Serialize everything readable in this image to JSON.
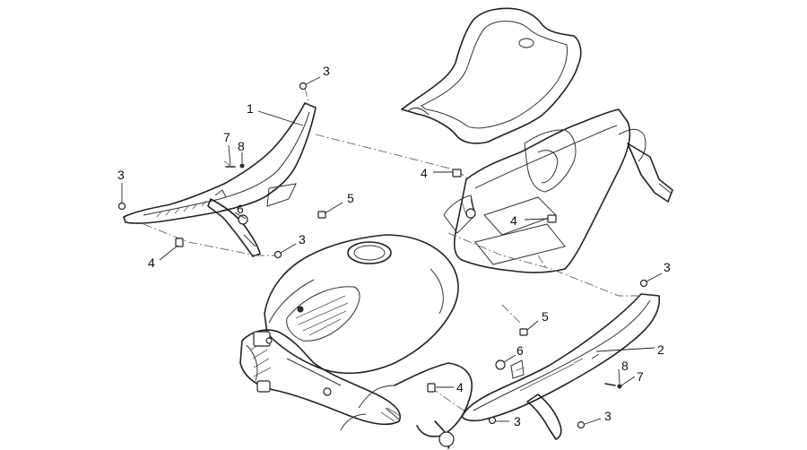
{
  "callouts": [
    {
      "id": "c-3-top-left",
      "label": "3"
    },
    {
      "id": "c-1",
      "label": "1"
    },
    {
      "id": "c-7-left",
      "label": "7"
    },
    {
      "id": "c-8-left",
      "label": "8"
    },
    {
      "id": "c-3-far-left",
      "label": "3"
    },
    {
      "id": "c-6-left",
      "label": "6"
    },
    {
      "id": "c-5-left",
      "label": "5"
    },
    {
      "id": "c-3-mid-left",
      "label": "3"
    },
    {
      "id": "c-4-left",
      "label": "4"
    },
    {
      "id": "c-4-seat",
      "label": "4"
    },
    {
      "id": "c-4-frame",
      "label": "4"
    },
    {
      "id": "c-3-right",
      "label": "3"
    },
    {
      "id": "c-5-right",
      "label": "5"
    },
    {
      "id": "c-6-right",
      "label": "6"
    },
    {
      "id": "c-2",
      "label": "2"
    },
    {
      "id": "c-8-right",
      "label": "8"
    },
    {
      "id": "c-7-right",
      "label": "7"
    },
    {
      "id": "c-4-bottom",
      "label": "4"
    },
    {
      "id": "c-3-bottom-mid",
      "label": "3"
    },
    {
      "id": "c-3-bottom-right",
      "label": "3"
    }
  ]
}
